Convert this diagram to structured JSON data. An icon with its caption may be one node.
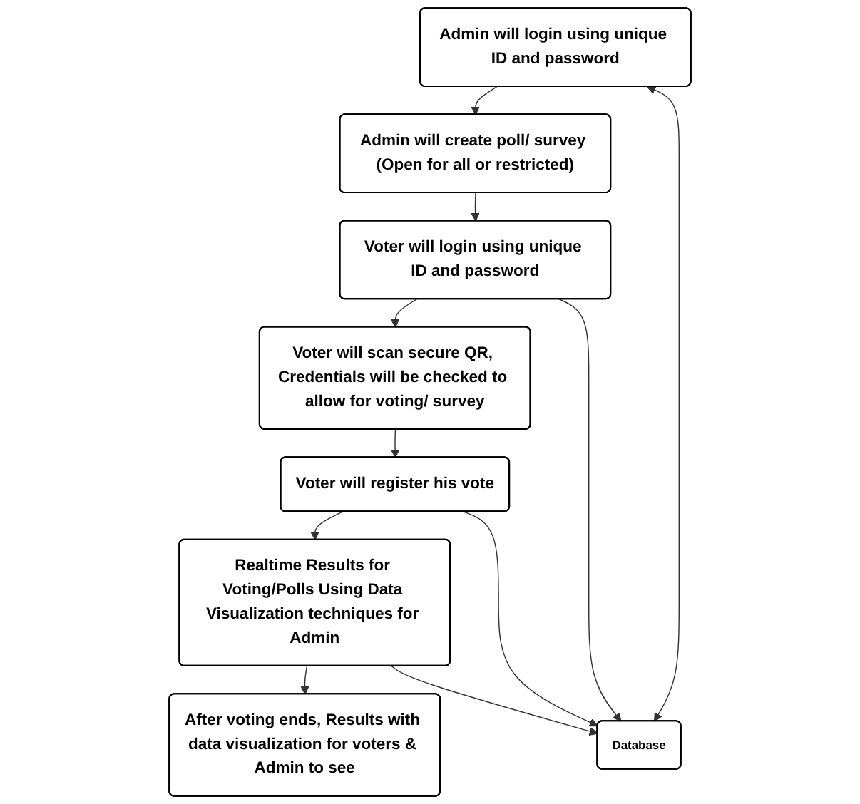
{
  "diagram": {
    "nodes": [
      {
        "text": [
          "Admin will login using unique ID and password"
        ]
      },
      {
        "text": [
          "Admin will create poll/ survey (Open for all or restricted)"
        ]
      },
      {
        "text": [
          "Voter will login using unique ID and password"
        ]
      },
      {
        "text": [
          "Voter will scan secure QR, Credentials will be checked to allow for voting/ survey"
        ]
      },
      {
        "text": [
          "Voter will register his vote"
        ]
      },
      {
        "text": [
          "Realtime Results for Voting/Polls Using Data Visualization techniques for Admin"
        ]
      },
      {
        "text": [
          "After voting ends, Results with data visualization for voters & Admin to see"
        ]
      },
      {
        "text": [
          "Database"
        ]
      }
    ],
    "edges": [
      {
        "from": 0,
        "to": 1,
        "arrow": "to"
      },
      {
        "from": 1,
        "to": 2,
        "arrow": "to"
      },
      {
        "from": 2,
        "to": 3,
        "arrow": "to"
      },
      {
        "from": 3,
        "to": 4,
        "arrow": "to"
      },
      {
        "from": 4,
        "to": 5,
        "arrow": "to"
      },
      {
        "from": 5,
        "to": 6,
        "arrow": "to"
      },
      {
        "from": 0,
        "to": 7,
        "arrow": "both"
      },
      {
        "from": 2,
        "to": 7,
        "arrow": "to"
      },
      {
        "from": 4,
        "to": 7,
        "arrow": "to"
      },
      {
        "from": 5,
        "to": 7,
        "arrow": "to"
      }
    ]
  }
}
